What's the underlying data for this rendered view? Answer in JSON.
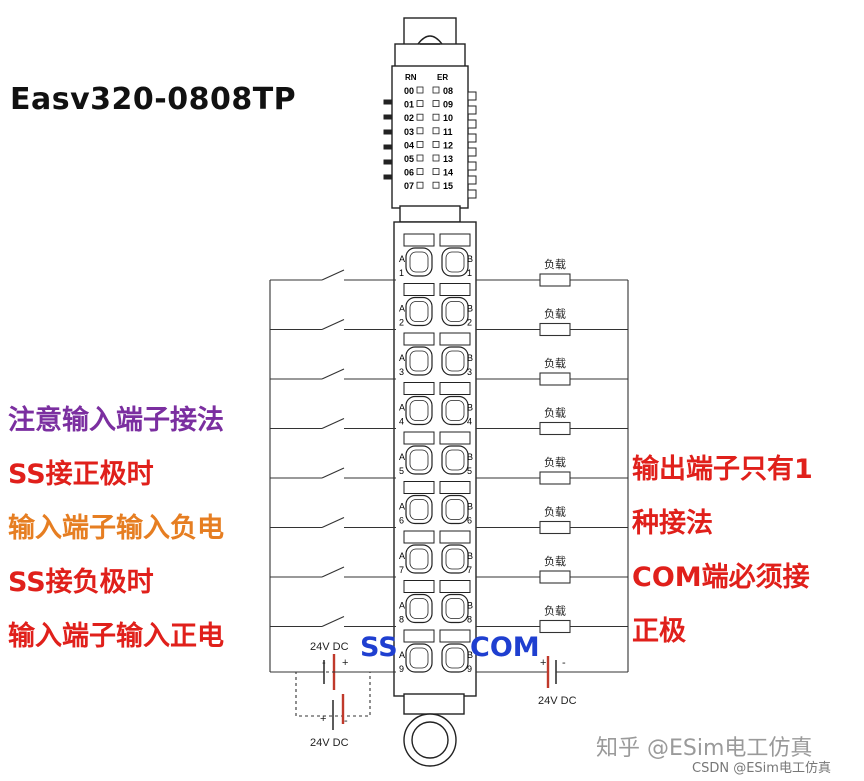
{
  "title": "Easv320-0808TP",
  "module": {
    "led_header": [
      "RN",
      "ER"
    ],
    "led_left": [
      "00",
      "01",
      "02",
      "03",
      "04",
      "05",
      "06",
      "07"
    ],
    "led_right": [
      "08",
      "09",
      "10",
      "11",
      "12",
      "13",
      "14",
      "15"
    ]
  },
  "terminals": {
    "row_numbers": [
      "1",
      "2",
      "3",
      "4",
      "5",
      "6",
      "7",
      "8",
      "9"
    ],
    "col_a": "A",
    "col_b": "B"
  },
  "load_label": "负载",
  "supply_left_label": "24V DC",
  "supply_left_bottom_label": "24V DC",
  "supply_right_label": "24V DC",
  "plus": "+",
  "minus": "-",
  "ss_label": "SS",
  "com_label": "COM",
  "left_notes": [
    {
      "text": "注意输入端子接法",
      "color": "#7b2fa0"
    },
    {
      "text": "SS接正极时",
      "color": "#e0201b"
    },
    {
      "text": "输入端子输入负电",
      "color": "#e67e22"
    },
    {
      "text": "SS接负极时",
      "color": "#e0201b"
    },
    {
      "text": "输入端子输入正电",
      "color": "#e0201b"
    }
  ],
  "right_notes": [
    {
      "text": "输出端子只有1",
      "color": "#e0201b"
    },
    {
      "text": "种接法",
      "color": "#e0201b"
    },
    {
      "text": "COM端必须接",
      "color": "#e0201b"
    },
    {
      "text": "正极",
      "color": "#e0201b"
    }
  ],
  "watermark_main": "知乎 @ESim电工仿真",
  "watermark_sub": "CSDN @ESim电工仿真"
}
